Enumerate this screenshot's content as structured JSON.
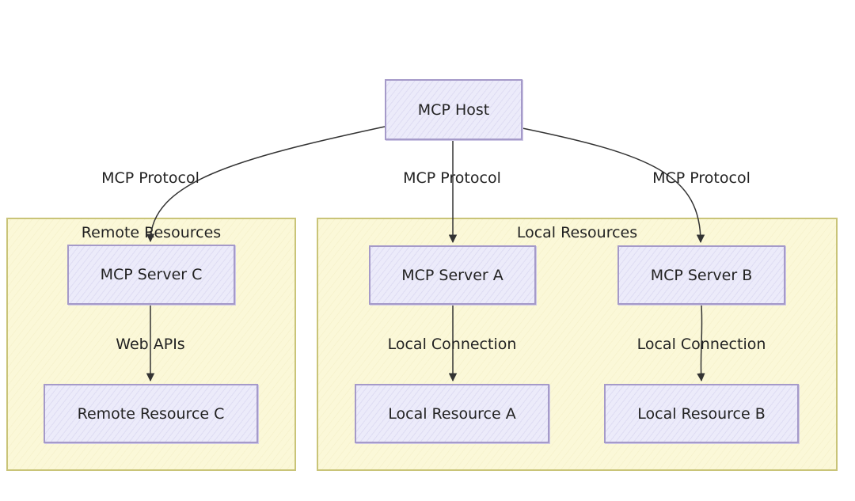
{
  "groups": {
    "remote": {
      "title": "Remote Resources"
    },
    "local": {
      "title": "Local Resources"
    }
  },
  "nodes": {
    "host": "MCP Host",
    "server_c": "MCP Server C",
    "server_a": "MCP Server A",
    "server_b": "MCP Server B",
    "resource_c": "Remote Resource C",
    "resource_a": "Local Resource A",
    "resource_b": "Local Resource B"
  },
  "edges": [
    {
      "from": "MCP Host",
      "to": "MCP Server C",
      "label": "MCP Protocol"
    },
    {
      "from": "MCP Host",
      "to": "MCP Server A",
      "label": "MCP Protocol"
    },
    {
      "from": "MCP Host",
      "to": "MCP Server B",
      "label": "MCP Protocol"
    },
    {
      "from": "MCP Server C",
      "to": "Remote Resource C",
      "label": "Web APIs"
    },
    {
      "from": "MCP Server A",
      "to": "Local Resource A",
      "label": "Local Connection"
    },
    {
      "from": "MCP Server B",
      "to": "Local Resource B",
      "label": "Local Connection"
    }
  ],
  "colors": {
    "group_fill": "#fbf8d8",
    "group_border": "#c9c478",
    "node_fill": "#ecebfa",
    "node_border": "#a59ac9",
    "edge": "#333333"
  }
}
